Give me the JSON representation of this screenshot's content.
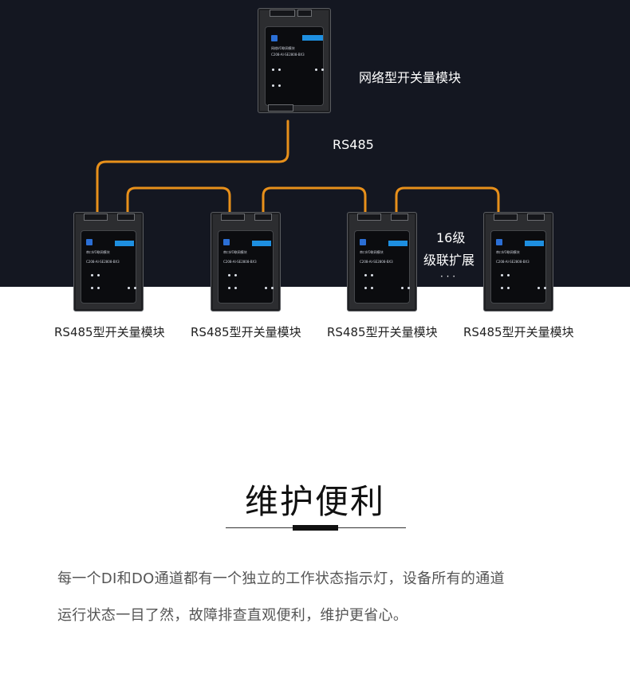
{
  "diagram": {
    "network_module_label": "网络型开关量模块",
    "bus_label": "RS485",
    "cascade_count": "16级",
    "cascade_text": "级联扩展",
    "ellipsis": "· · ·",
    "wire_color": "#e8901a",
    "rs485_module_labels": [
      "RS485型开关量模块",
      "RS485型开关量模块",
      "RS485型开关量模块",
      "RS485型开关量模块"
    ]
  },
  "section": {
    "title": "维护便利",
    "description_line1": "每一个DI和DO通道都有一个独立的工作状态指示灯，设备所有的通道",
    "description_line2": "运行状态一目了然，故障排查直观便利，维护更省心。"
  }
}
